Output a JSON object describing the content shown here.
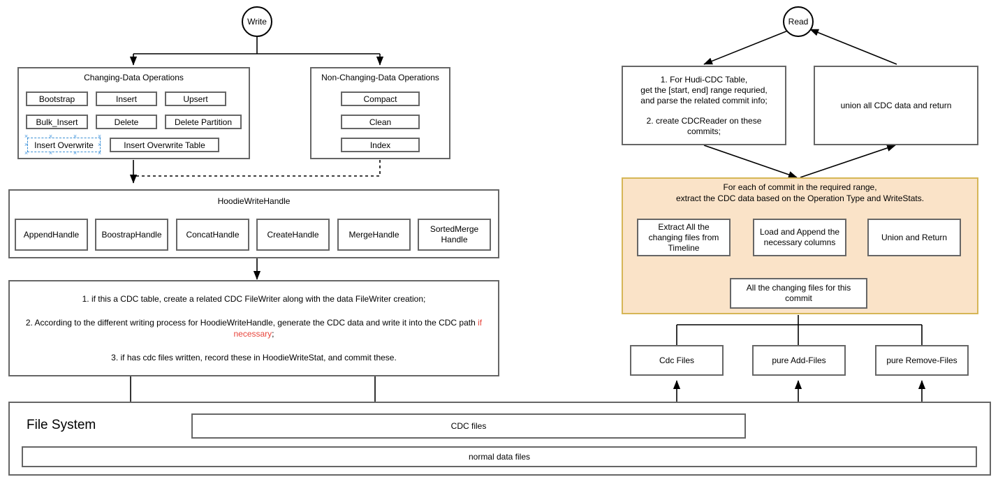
{
  "write_flow": {
    "start_label": "Write",
    "changing_group": {
      "title": "Changing-Data Operations",
      "ops": [
        "Bootstrap",
        "Insert",
        "Upsert",
        "Bulk_Insert",
        "Delete",
        "Delete Partition",
        "Insert  Overwrite",
        "Insert  Overwrite Table"
      ],
      "selected_op": "Insert  Overwrite"
    },
    "non_changing_group": {
      "title": "Non-Changing-Data Operations",
      "ops": [
        "Compact",
        "Clean",
        "Index"
      ]
    },
    "handle_group": {
      "title": "HoodieWriteHandle",
      "handles": [
        "AppendHandle",
        "BoostrapHandle",
        "ConcatHandle",
        "CreateHandle",
        "MergeHandle",
        "SortedMerge Handle"
      ]
    },
    "steps_box": {
      "step1": "1. if this a CDC table, create a related CDC FileWriter along with the data FileWriter creation;",
      "step2_pre": "2. According to the different writing process for HoodieWriteHandle, generate the CDC data and write it into the CDC path ",
      "step2_red": "if necessary",
      "step2_post": ";",
      "step3": "3. if has cdc files written, record these in HoodieWriteStat, and commit these."
    }
  },
  "file_system": {
    "label": "File System",
    "cdc_files_label": "CDC files",
    "normal_files_label": "normal data files"
  },
  "read_flow": {
    "start_label": "Read",
    "prepare_box": {
      "step1_line1": "1. For Hudi-CDC Table,",
      "step1_line2": "get the [start, end] range requried,",
      "step1_line3": "and parse the related commit info;",
      "step2": "2. create CDCReader on these commits;"
    },
    "union_box": "union all CDC data and return",
    "orange_region": {
      "title_line1": "For each of commit in the required range,",
      "title_line2": "extract the CDC data based on the Operation Type and WriteStats.",
      "boxes": [
        "Extract All the changing files from Timeline",
        "Load and Append the necessary columns",
        "Union and Return",
        "All the changing files for this commit"
      ]
    },
    "file_kinds": [
      "Cdc Files",
      "pure Add-Files",
      "pure Remove-Files"
    ]
  },
  "colors": {
    "orange_fill": "#fae3c8",
    "orange_border": "#d6b656",
    "node_border": "#666666",
    "selection": "#4d9ce0",
    "accent_red": "#e8453c"
  }
}
